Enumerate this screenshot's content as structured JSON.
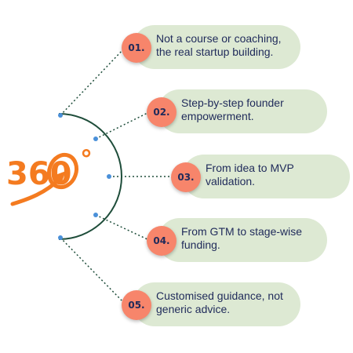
{
  "logo": {
    "text": "360",
    "degree": "°",
    "color": "#f47b20"
  },
  "colors": {
    "arc": "#1e4d3a",
    "dots": "#4a90d9",
    "pill": "#dde9d3",
    "badge": "#f7856b",
    "text": "#1f2a5a"
  },
  "steps": [
    {
      "number": "01.",
      "text": "Not a course or coaching,\nthe real startup building."
    },
    {
      "number": "02.",
      "text": "Step-by-step founder\nempowerment."
    },
    {
      "number": "03.",
      "text": "From idea to MVP\nvalidation."
    },
    {
      "number": "04.",
      "text": "From GTM to stage-wise\nfunding."
    },
    {
      "number": "05.",
      "text": "Customised guidance, not\ngeneric advice."
    }
  ]
}
